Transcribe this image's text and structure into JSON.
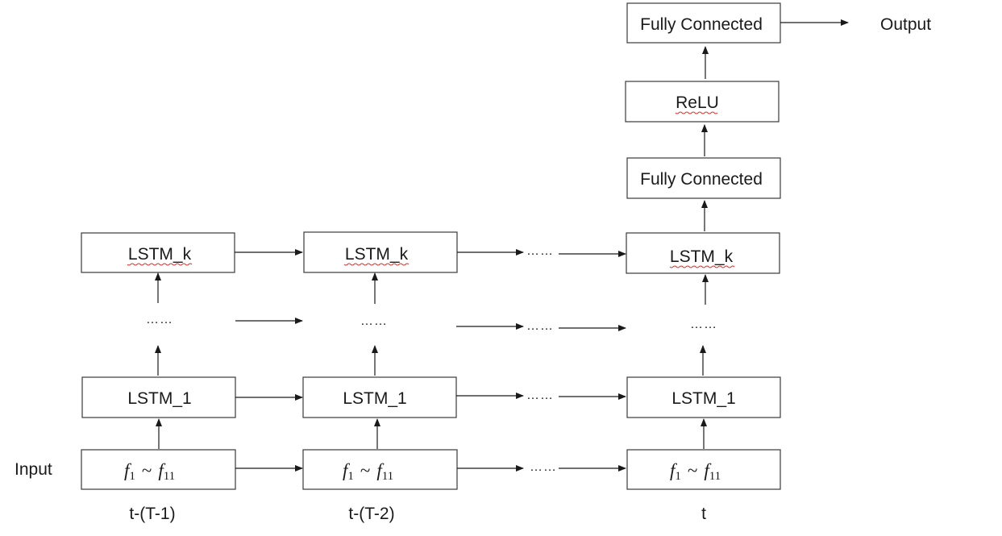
{
  "top_fc": "Fully Connected",
  "relu": "ReLU",
  "mid_fc": "Fully Connected",
  "output": "Output",
  "input": "Input",
  "lstm_k": "LSTM_k",
  "lstm_1": "LSTM_1",
  "ellipsis": "……",
  "feature_tilde": "~",
  "feature_f": "f",
  "sub_1": "1",
  "sub_11": "11",
  "time_labels": [
    "t-(T-1)",
    "t-(T-2)",
    "t"
  ],
  "accent_spellcheck_color": "#d9302c"
}
